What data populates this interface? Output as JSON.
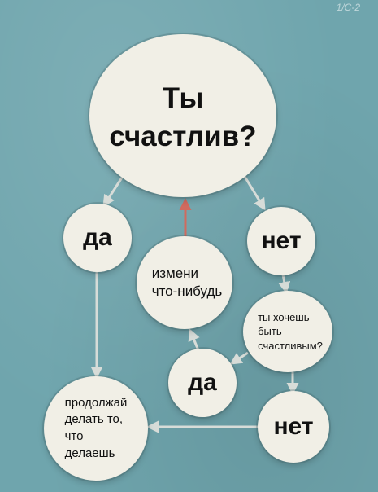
{
  "corner_mark": "1/C-2",
  "nodes": {
    "question": "Ты\nсчастлив?",
    "yes": "да",
    "no": "нет",
    "change": "измени\nчто-нибудь",
    "want": "ты хочешь\nбыть\nсчастливым?",
    "yes2": "да",
    "no2": "нет",
    "continue": "продолжай\nделать то,\nчто\nделаешь"
  },
  "colors": {
    "background": "#6fa5ad",
    "node_fill": "#f1efe6",
    "arrow": "#d7dcd8",
    "arrow_accent": "#d06a5e",
    "text": "#111111"
  }
}
